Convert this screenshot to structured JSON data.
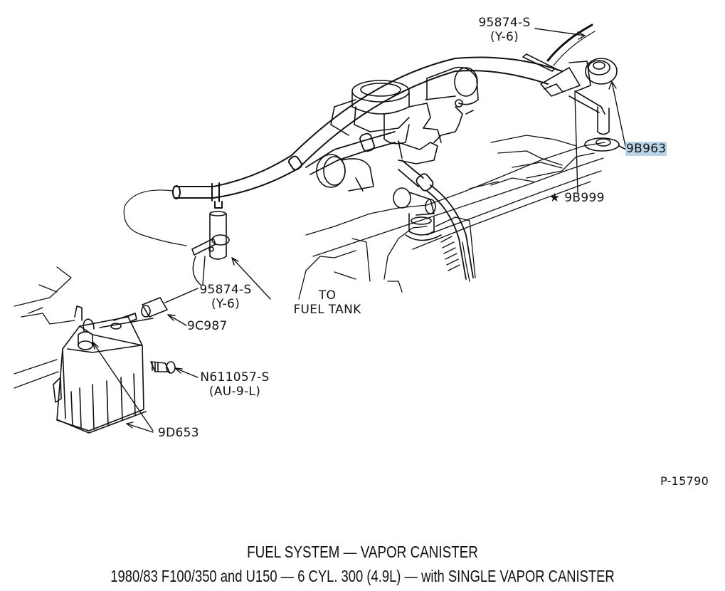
{
  "figure": {
    "number": "P-15790",
    "title": "FUEL SYSTEM — VAPOR CANISTER",
    "subtitle": "1980/83 F100/350 and U150 — 6 CYL. 300 (4.9L) — with SINGLE VAPOR CANISTER"
  },
  "callouts": {
    "clamp_top": {
      "part": "95874-S",
      "code": "(Y-6)"
    },
    "valve": {
      "part": "9B963",
      "highlighted": true,
      "highlight_color": "#b9d3e8"
    },
    "hose": {
      "star": "★",
      "part": "9B999"
    },
    "clamp_lower": {
      "part": "95874-S",
      "code": "(Y-6)"
    },
    "to_fuel_tank": {
      "line1": "TO",
      "line2": "FUEL TANK"
    },
    "connector": {
      "part": "9C987"
    },
    "bolt": {
      "part": "N611057-S",
      "code": "(AU-9-L)"
    },
    "canister": {
      "part": "9D653"
    }
  }
}
